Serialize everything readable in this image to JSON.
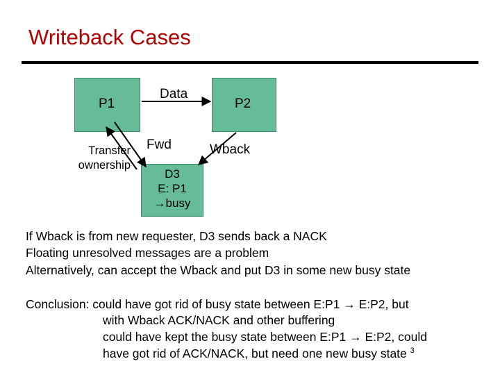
{
  "title": "Writeback Cases",
  "diagram": {
    "nodes": {
      "p1": "P1",
      "p2": "P2",
      "d3": [
        "D3",
        "E: P1",
        "→busy"
      ]
    },
    "edges": {
      "data": "Data",
      "fwd": "Fwd",
      "wback": "Wback",
      "transfer": [
        "Transfer",
        "ownership"
      ]
    },
    "colors": {
      "node_fill": "#66bb99",
      "title": "#b00000"
    }
  },
  "bullets": [
    "If Wback is from new requester, D3 sends back a NACK",
    "Floating unresolved messages are a problem",
    "Alternatively, can accept the Wback and put D3 in some new busy state"
  ],
  "conclusion": {
    "lines": [
      "Conclusion: could have got rid of busy state between E:P1 → E:P2, but",
      "with Wback ACK/NACK and other buffering",
      "could have kept the busy state between E:P1 → E:P2, could",
      "have got rid of ACK/NACK, but need one new busy state"
    ],
    "page_number": "3"
  }
}
